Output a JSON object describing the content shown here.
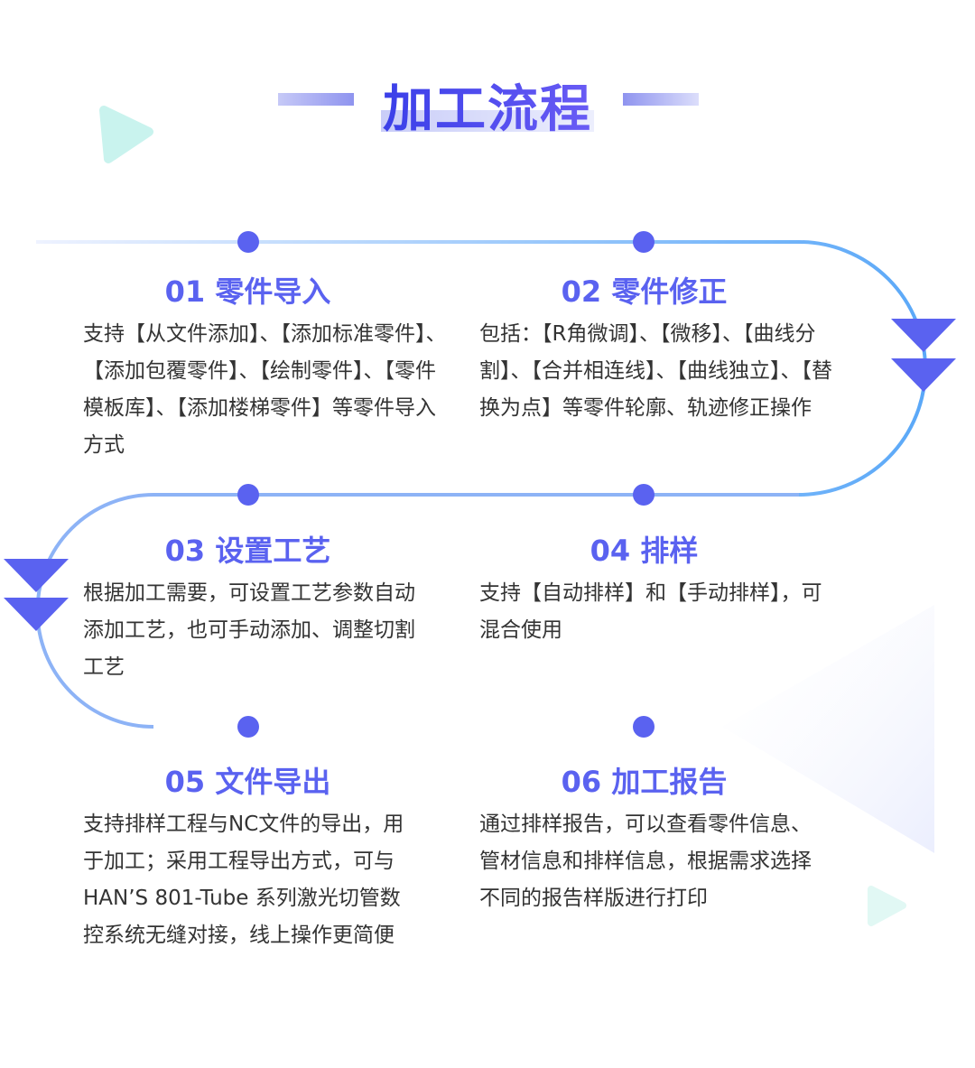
{
  "title": "加工流程",
  "steps": [
    {
      "heading": "01 零件导入",
      "lines": [
        "支持【从文件添加】、【添加标准零件】、",
        "【添加包覆零件】、【绘制零件】、【零件",
        "模板库】、【添加楼梯零件】等零件导入",
        "方式"
      ]
    },
    {
      "heading": "02 零件修正",
      "lines": [
        "包括：【R角微调】、【微移】、【曲线分",
        "割】、【合并相连线】、【曲线独立】、【替",
        "换为点】等零件轮廓、轨迹修正操作"
      ]
    },
    {
      "heading": "03 设置工艺",
      "lines": [
        "根据加工需要，可设置工艺参数自动",
        "添加工艺，也可手动添加、调整切割",
        "工艺"
      ]
    },
    {
      "heading": "04 排样",
      "lines": [
        "支持【自动排样】和【手动排样】，可",
        "混合使用"
      ]
    },
    {
      "heading": "05 文件导出",
      "lines": [
        "支持排样工程与NC文件的导出，用",
        "于加工；采用工程导出方式，可与",
        "HAN’S 801-Tube 系列激光切管数",
        "控系统无缝对接，线上操作更简便"
      ]
    },
    {
      "heading": "06 加工报告",
      "lines": [
        "通过排样报告，可以查看零件信息、",
        "管材信息和排样信息，根据需求选择",
        "不同的报告样版进行打印"
      ]
    }
  ],
  "colors": {
    "accent": "#5a62f0",
    "path": "#5aa8f8",
    "arrow": "#5a62f0"
  }
}
